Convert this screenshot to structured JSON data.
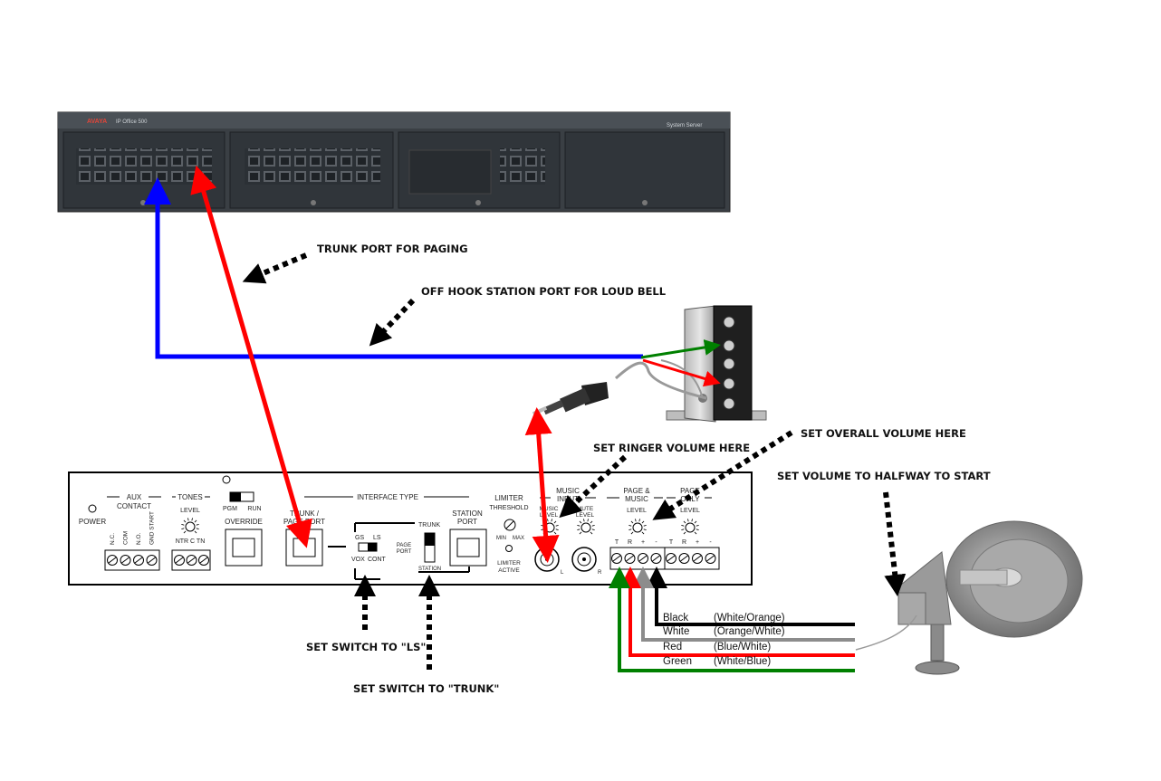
{
  "callouts": {
    "trunk_port": "TRUNK PORT FOR PAGING",
    "off_hook": "OFF HOOK STATION PORT FOR LOUD BELL",
    "ringer_volume": "SET RINGER VOLUME HERE",
    "overall_volume": "SET OVERALL VOLUME HERE",
    "halfway": "SET VOLUME TO HALFWAY TO START",
    "switch_ls": "SET SWITCH TO \"LS\"",
    "switch_trunk": "SET SWITCH TO \"TRUNK\""
  },
  "phone_system": {
    "brand": "AVAYA",
    "model": "IP Office 500",
    "module": "System Server"
  },
  "panel": {
    "power": "POWER",
    "aux": "AUX",
    "contact": "CONTACT",
    "aux_terms": [
      "N.C.",
      "COM",
      "N.O.",
      "GND START"
    ],
    "tones": "TONES",
    "tones_level": "LEVEL",
    "tones_terms": [
      "NTR",
      "C",
      "TN"
    ],
    "pgm": "PGM",
    "run": "RUN",
    "override": "OVERRIDE",
    "interface_type": "INTERFACE TYPE",
    "trunk_page_port": [
      "TRUNK /",
      "PAGE PORT"
    ],
    "gs": "GS",
    "ls": "LS",
    "vox": "VOX",
    "cont": "CONT",
    "trunk": "TRUNK",
    "page_port": [
      "PAGE",
      "PORT"
    ],
    "station": "STATION",
    "station_port": [
      "STATION",
      "PORT"
    ],
    "limiter": "LIMITER",
    "threshold": "THRESHOLD",
    "min": "MIN",
    "max": "MAX",
    "limiter_active": [
      "LIMITER",
      "ACTIVE"
    ],
    "music_input": [
      "MUSIC",
      "INPUT"
    ],
    "music_level": [
      "MUSIC",
      "LEVEL"
    ],
    "mute_level": [
      "MUTE",
      "LEVEL"
    ],
    "l": "L",
    "r": "R",
    "page_music": [
      "PAGE &",
      "MUSIC"
    ],
    "page_only": [
      "PAGE",
      "ONLY"
    ],
    "level": "LEVEL",
    "terms": [
      "T",
      "R",
      "+",
      "-"
    ]
  },
  "wires": [
    {
      "name": "Black",
      "pair": "(White/Orange)",
      "color": "#000000"
    },
    {
      "name": "White",
      "pair": "(Orange/White)",
      "color": "#8c8c8c"
    },
    {
      "name": "Red",
      "pair": "(Blue/White)",
      "color": "#ff0000"
    },
    {
      "name": "Green",
      "pair": "(White/Blue)",
      "color": "#008000"
    }
  ],
  "colors": {
    "blue_line": "#0000ff",
    "red_line": "#ff0000",
    "green_line": "#008000"
  }
}
